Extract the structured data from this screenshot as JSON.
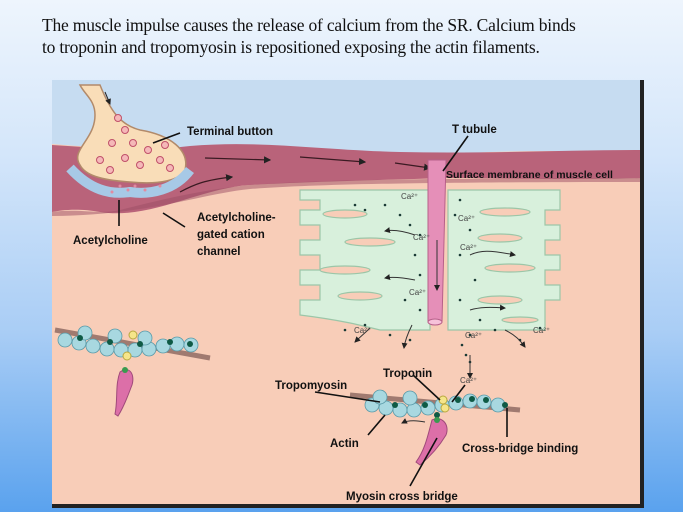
{
  "caption": {
    "line1": "The muscle impulse causes the release of calcium from the SR.  Calcium binds",
    "line2": "to troponin and tropomyosin is repositioned exposing the actin filaments."
  },
  "diagram": {
    "labels": {
      "terminal_button": "Terminal button",
      "t_tubule": "T tubule",
      "surface_membrane": "Surface membrane of muscle cell",
      "ach_channel_1": "Acetylcholine-",
      "ach_channel_2": "gated cation",
      "ach_channel_3": "channel",
      "acetylcholine": "Acetylcholine",
      "troponin": "Troponin",
      "tropomyosin": "Tropomyosin",
      "actin": "Actin",
      "cross_bridge_binding": "Cross-bridge binding",
      "myosin_cross_bridge": "Myosin cross bridge"
    },
    "calcium_label": "Ca²⁺",
    "colors": {
      "extracellular": "#c6dcf1",
      "membrane": "#b9637a",
      "cytoplasm": "#f8cdb8",
      "sr": "#d8f0dc",
      "t_tubule": "#e58fb8",
      "actin": "#a8d8e0",
      "binding_site": "#0f5a45",
      "troponin": "#f5e58a",
      "myosin": "#dc6fa8"
    }
  }
}
